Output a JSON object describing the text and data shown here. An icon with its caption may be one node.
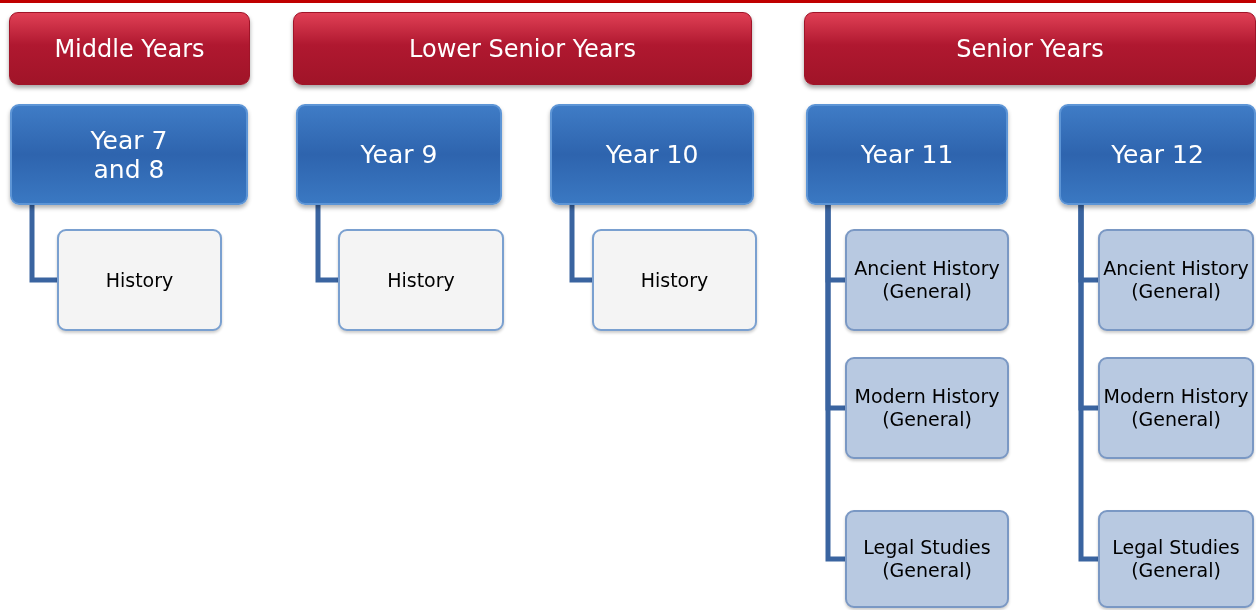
{
  "diagram": {
    "nodes": [
      {
        "text": [
          "Middle Years"
        ]
      },
      {
        "text": [
          "Lower Senior Years"
        ]
      },
      {
        "text": [
          "Senior Years"
        ]
      },
      {
        "text": [
          "Year 7 and 8"
        ]
      },
      {
        "text": [
          "Year 9"
        ]
      },
      {
        "text": [
          "Year 10"
        ]
      },
      {
        "text": [
          "Year 11"
        ]
      },
      {
        "text": [
          "Year 12"
        ]
      },
      {
        "text": [
          "History"
        ]
      },
      {
        "text": [
          "History"
        ]
      },
      {
        "text": [
          "History"
        ]
      },
      {
        "text": [
          "Ancient History (General)"
        ]
      },
      {
        "text": [
          "Modern History (General)"
        ]
      },
      {
        "text": [
          "Legal Studies (General)"
        ]
      },
      {
        "text": [
          "Ancient History (General)"
        ]
      },
      {
        "text": [
          "Modern History (General)"
        ]
      },
      {
        "text": [
          "Legal Studies (General)"
        ]
      }
    ],
    "edges": [
      {
        "from": 3,
        "to": 8,
        "arrow": "none"
      },
      {
        "from": 4,
        "to": 9,
        "arrow": "none"
      },
      {
        "from": 5,
        "to": 10,
        "arrow": "none"
      },
      {
        "from": 6,
        "to": 11,
        "arrow": "none"
      },
      {
        "from": 6,
        "to": 12,
        "arrow": "none"
      },
      {
        "from": 6,
        "to": 13,
        "arrow": "none"
      },
      {
        "from": 7,
        "to": 14,
        "arrow": "none"
      },
      {
        "from": 7,
        "to": 15,
        "arrow": "none"
      },
      {
        "from": 7,
        "to": 16,
        "arrow": "none"
      }
    ]
  }
}
